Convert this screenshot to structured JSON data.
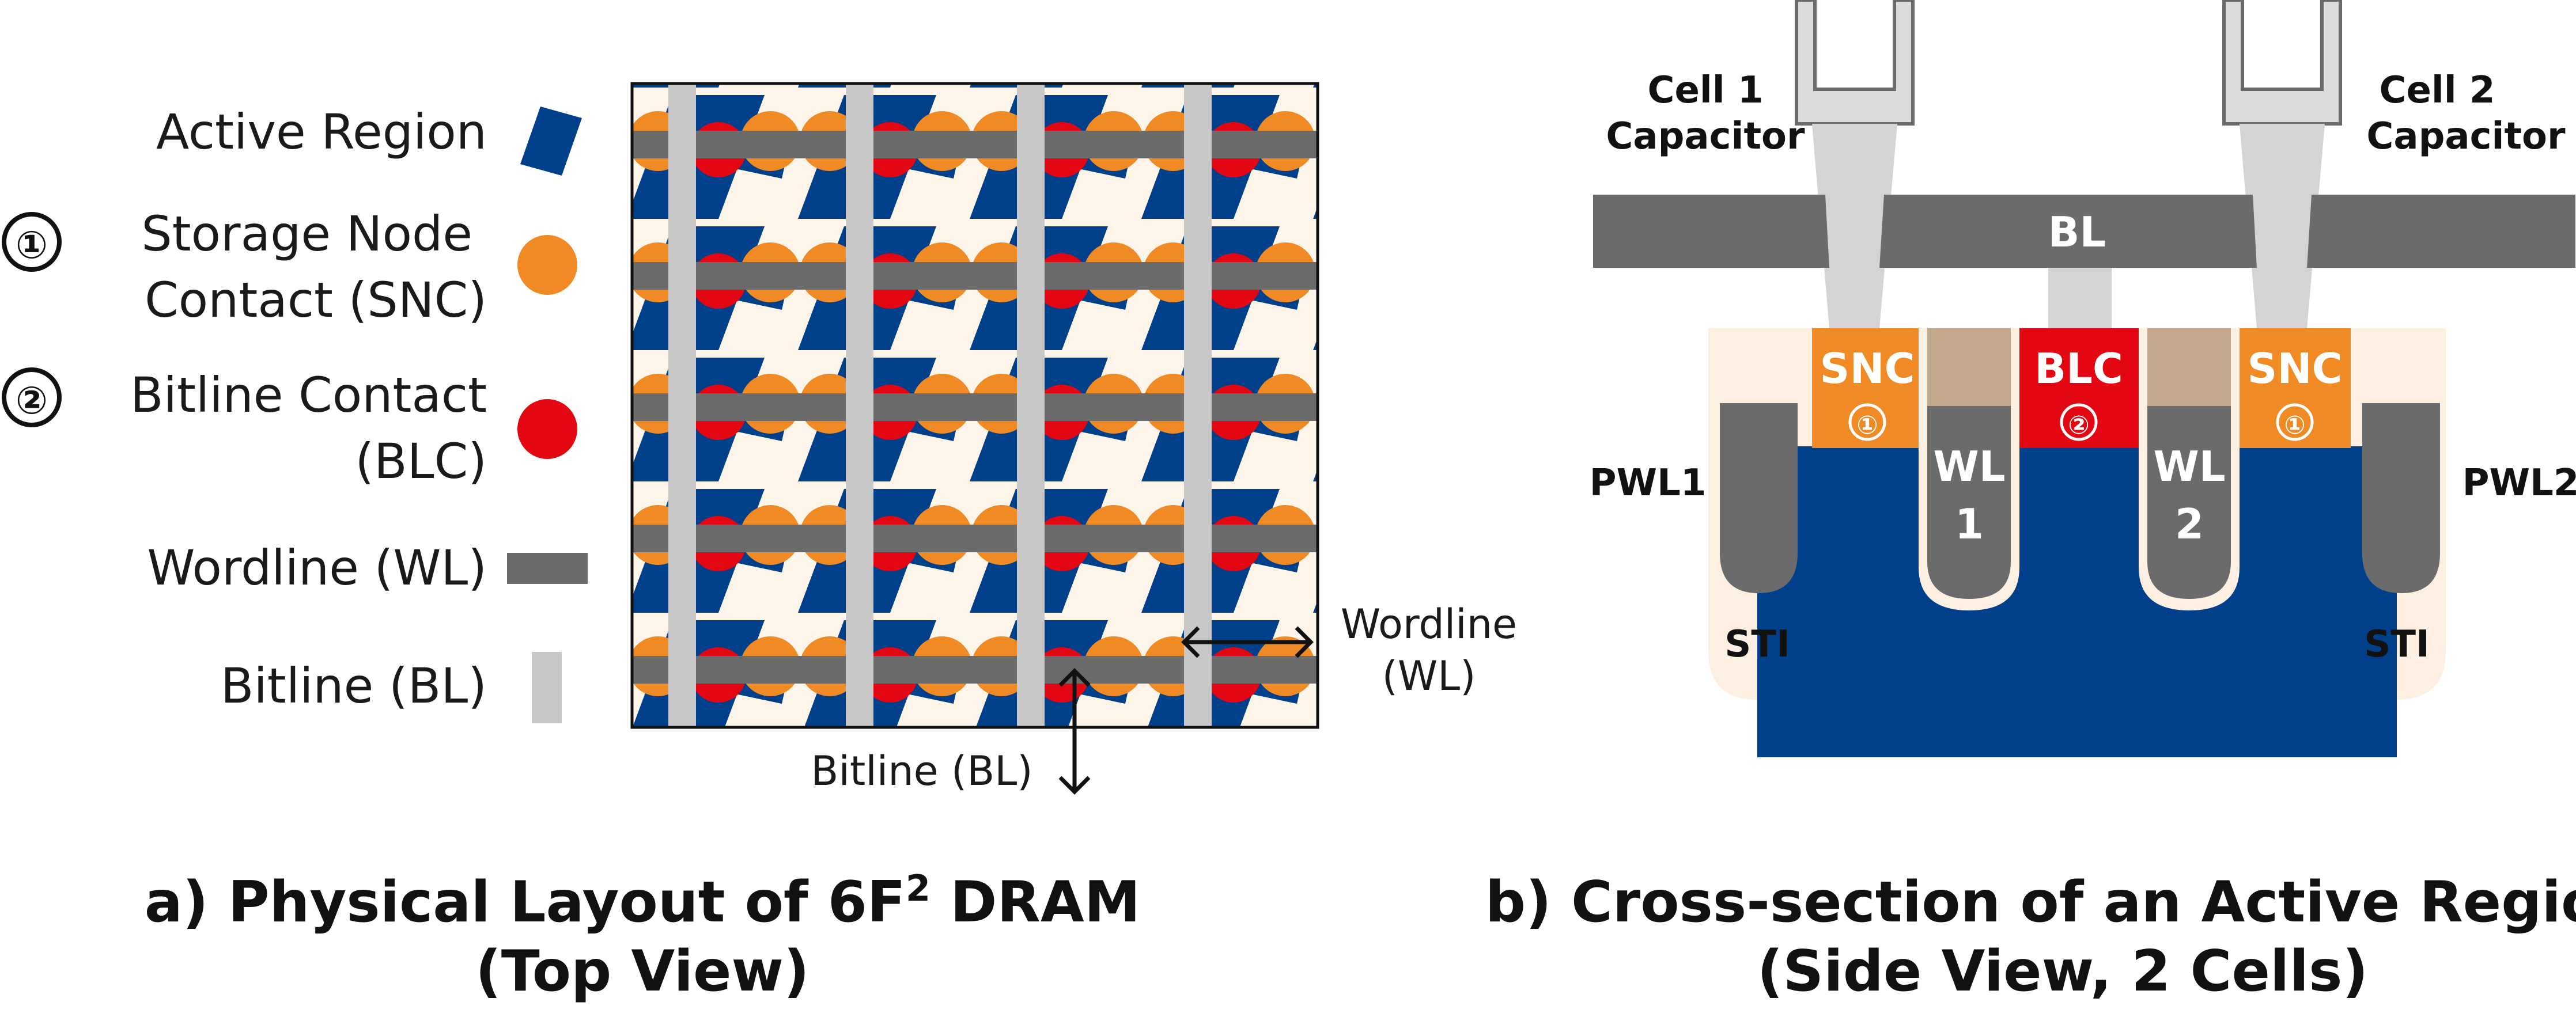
{
  "legend": {
    "active_region": "Active Region",
    "snc_marker": "①",
    "snc_line1": "Storage Node",
    "snc_line2": "Contact (SNC)",
    "blc_marker": "②",
    "blc_line1": "Bitline Contact",
    "blc_line2": "(BLC)",
    "wordline": "Wordline (WL)",
    "bitline": "Bitline (BL)"
  },
  "layout_view": {
    "wordline_arrow_line1": "Wordline",
    "wordline_arrow_line2": "(WL)",
    "bitline_arrow": "Bitline (BL)",
    "caption_line1_prefix": "a) Physical Layout of 6F",
    "caption_line1_sup": "2",
    "caption_line1_suffix": " DRAM",
    "caption_line2": "(Top View)"
  },
  "cross_section": {
    "cell1_line1": "Cell 1",
    "cell1_line2": "Capacitor",
    "cell2_line1": "Cell 2",
    "cell2_line2": "Capacitor",
    "bl": "BL",
    "snc_left": "SNC",
    "snc_left_marker": "①",
    "blc": "BLC",
    "blc_marker": "②",
    "snc_right": "SNC",
    "snc_right_marker": "①",
    "wl1_line1": "WL",
    "wl1_line2": "1",
    "wl2_line1": "WL",
    "wl2_line2": "2",
    "pwl1": "PWL1",
    "pwl2": "PWL2",
    "sti_left": "STI",
    "sti_right": "STI",
    "caption_line1": "b) Cross-section of an Active Region",
    "caption_line2": "(Side View, 2 Cells)"
  },
  "colors": {
    "active_region": "#003f8a",
    "snc": "#f08a24",
    "blc": "#e30613",
    "wordline": "#6b6b6b",
    "bitline": "#c8c8c8",
    "background_cell": "#fdf5ea",
    "wordline_cap": "#c2a88d"
  }
}
